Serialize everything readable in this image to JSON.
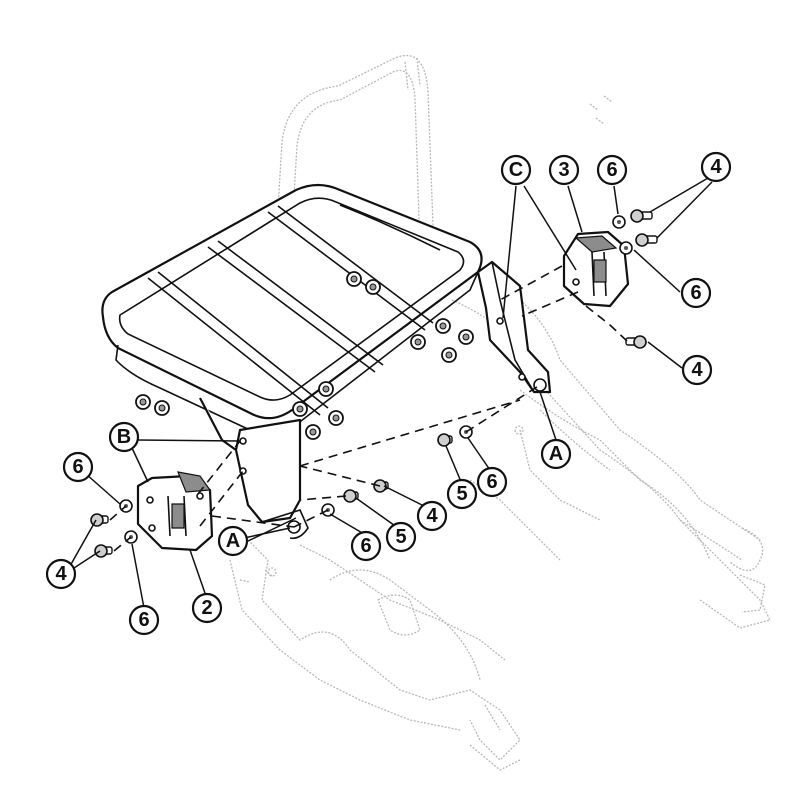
{
  "callouts": {
    "c1": "C",
    "c2": "3",
    "c3": "6",
    "c4": "4",
    "c5": "6",
    "c6": "4",
    "c7": "A",
    "c8": "5",
    "c9": "6",
    "c10": "B",
    "c11": "6",
    "c12": "4",
    "c13": "6",
    "c14": "5",
    "c15": "4",
    "c16": "A",
    "c17": "2",
    "c18": "6"
  }
}
